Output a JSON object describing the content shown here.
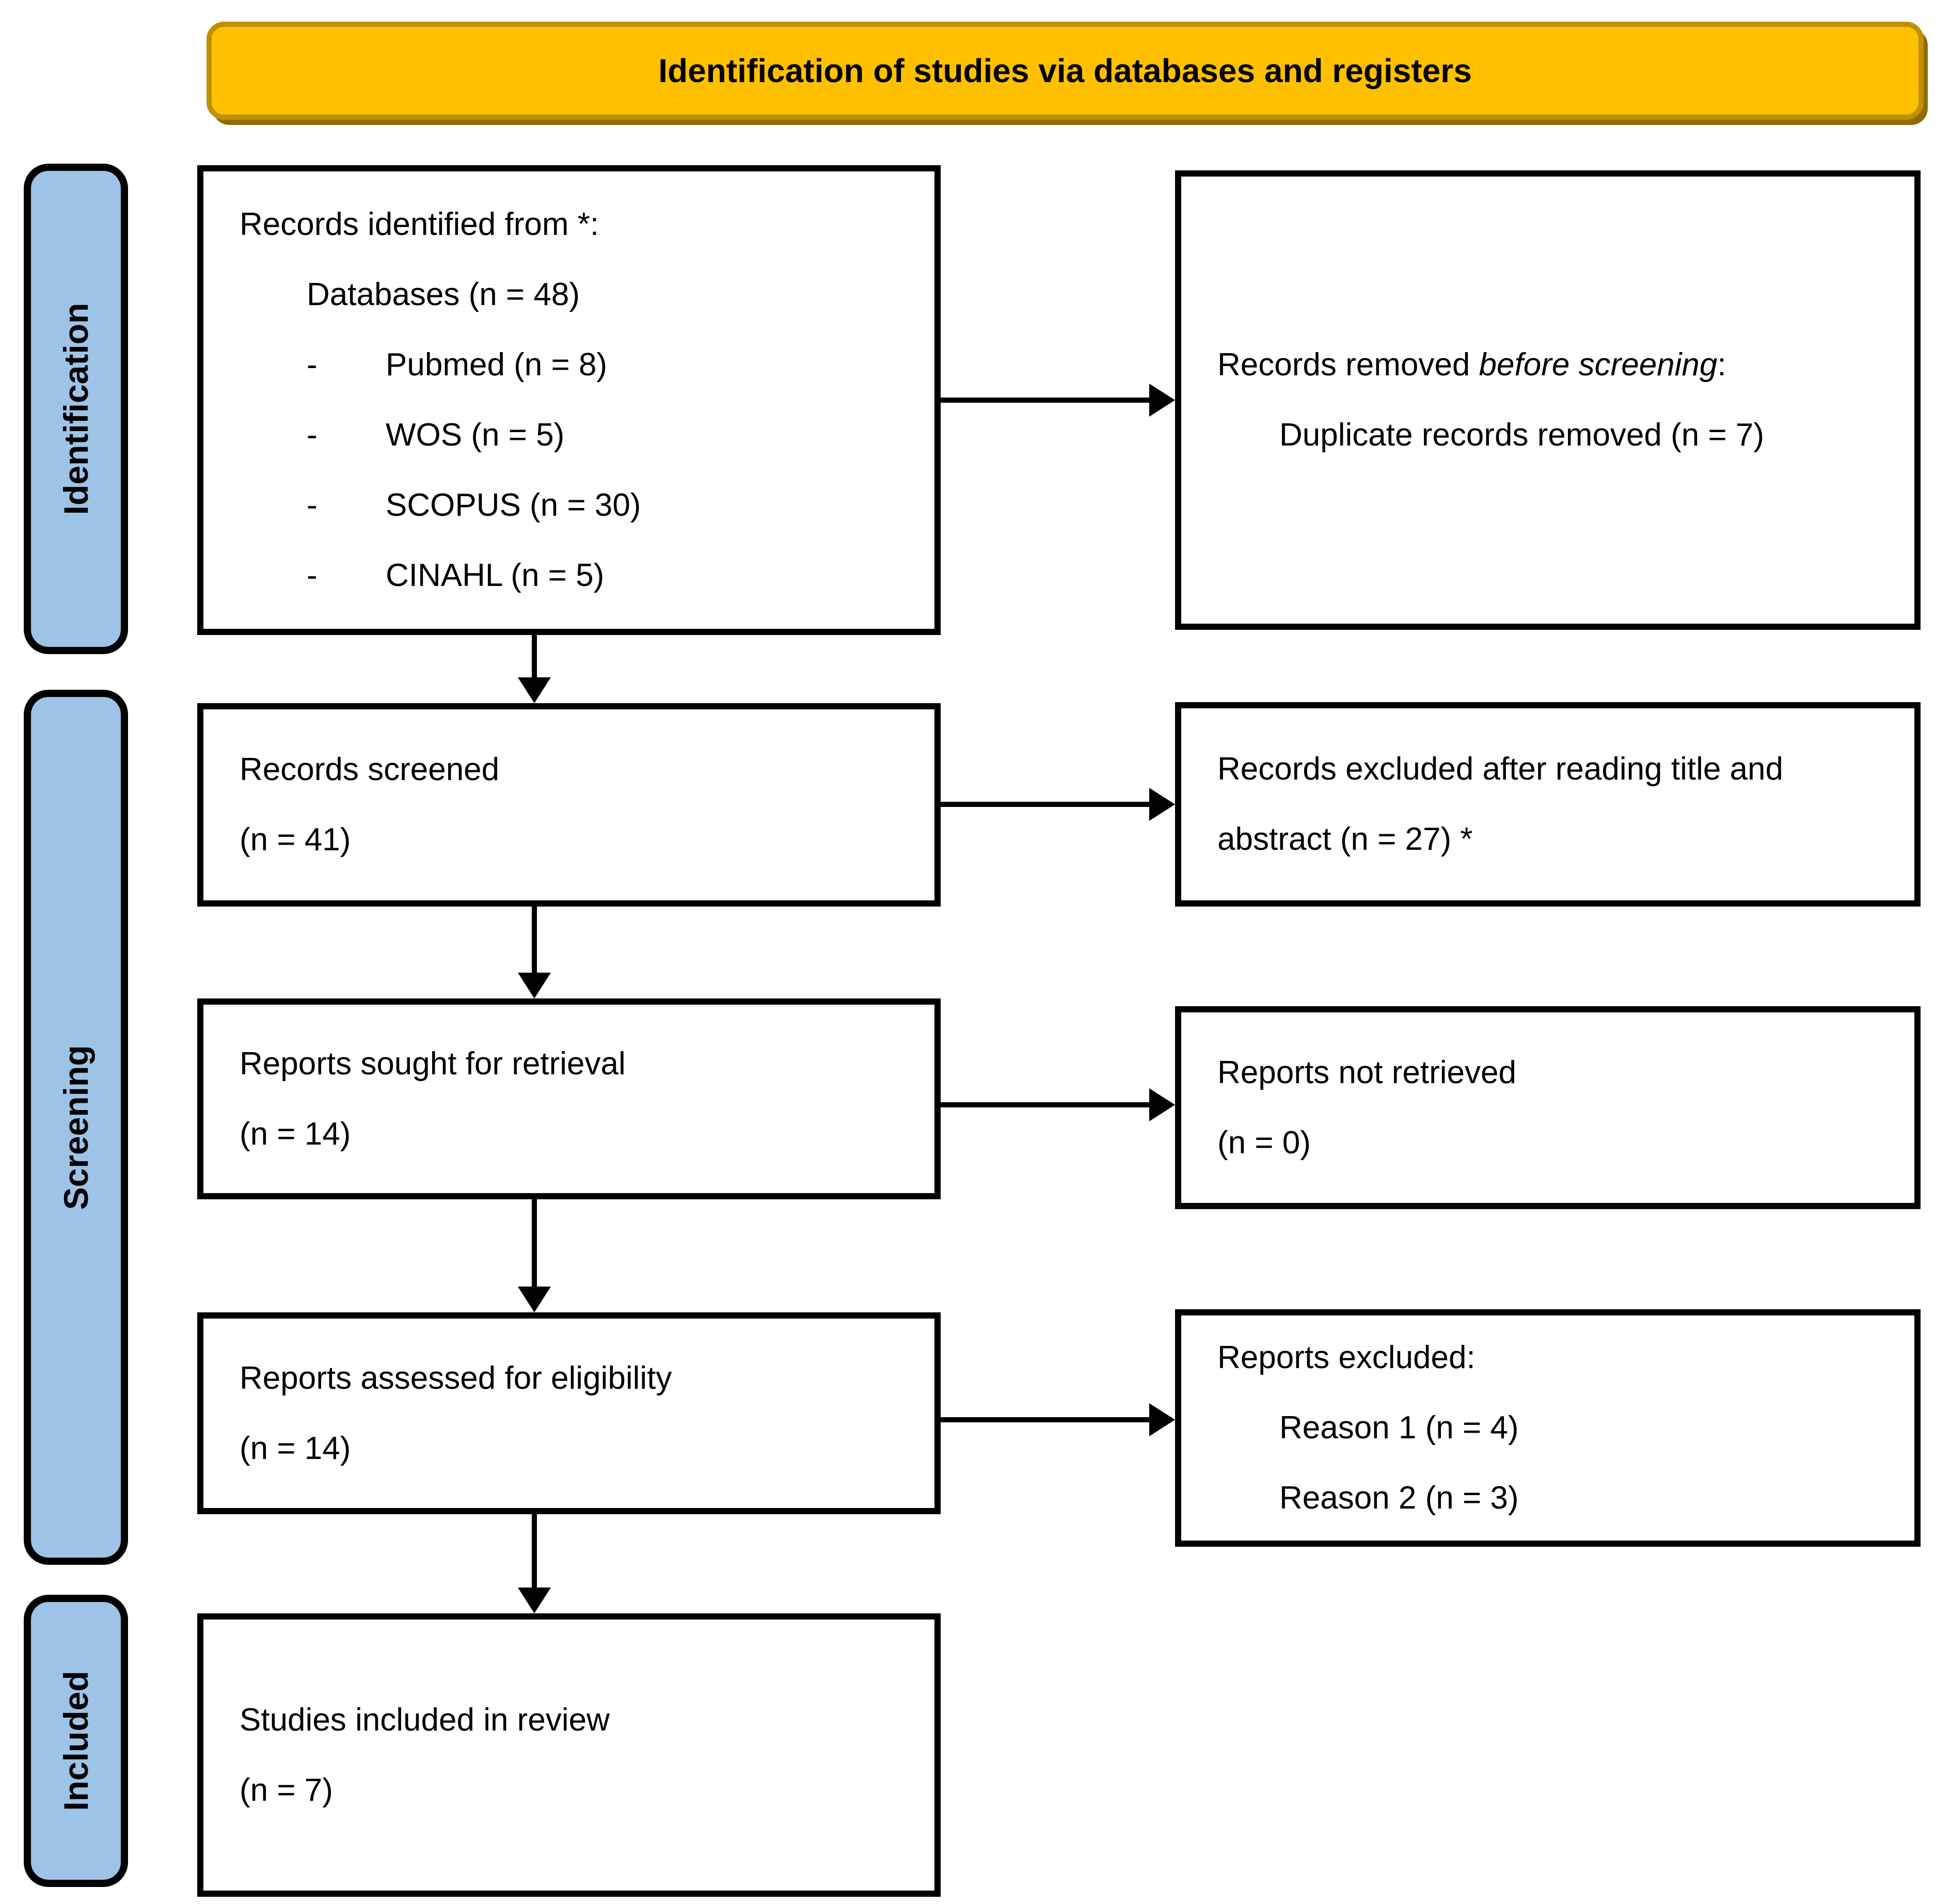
{
  "header": {
    "title": "Identification of studies via databases and registers"
  },
  "sidebar": {
    "identification": "Identification",
    "screening": "Screening",
    "included": "Included"
  },
  "flow": {
    "records_identified": {
      "line1": "Records identified from *:",
      "line2": "Databases (n = 48)",
      "items": [
        {
          "bullet": "-",
          "label": "Pubmed (n = 8)"
        },
        {
          "bullet": "-",
          "label": "WOS (n = 5)"
        },
        {
          "bullet": "-",
          "label": "SCOPUS (n = 30)"
        },
        {
          "bullet": "-",
          "label": "CINAHL (n = 5)"
        }
      ]
    },
    "records_removed": {
      "line1_normal": "Records removed ",
      "line1_italic": "before screening",
      "line1_colon": ":",
      "line2": "Duplicate records removed (n = 7)"
    },
    "records_screened": {
      "line1": "Records screened",
      "line2": "(n = 41)"
    },
    "records_excluded": {
      "line1": "Records excluded after reading title and",
      "line2": "abstract (n = 27) *"
    },
    "reports_sought": {
      "line1": "Reports sought for retrieval",
      "line2": "(n = 14)"
    },
    "reports_not_retrieved": {
      "line1": "Reports not retrieved",
      "line2": "(n = 0)"
    },
    "reports_assessed": {
      "line1": "Reports assessed for eligibility",
      "line2": "(n = 14)"
    },
    "reports_excluded": {
      "line1": "Reports excluded:",
      "reasons": [
        "Reason 1 (n = 4)",
        "Reason 2 (n = 3)"
      ]
    },
    "studies_included": {
      "line1": "Studies included in review",
      "line2": "(n = 7)"
    }
  },
  "colors": {
    "header_bg": "#FFC000",
    "header_border": "#BF9000",
    "sidebar_bg": "#9DC3E6",
    "box_border": "#000000",
    "arrow": "#000000"
  }
}
